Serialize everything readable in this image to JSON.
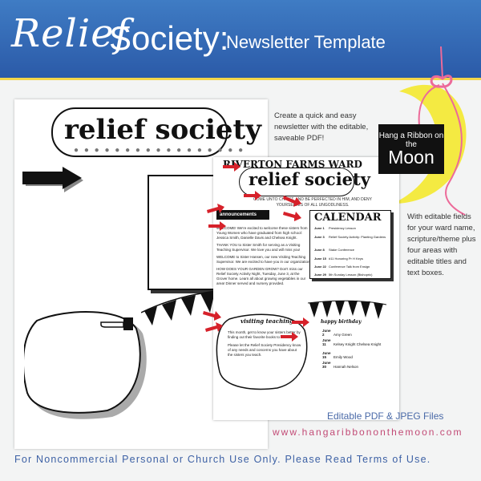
{
  "header": {
    "title_script": "Relief",
    "title_main": "Society:",
    "title_sub": "Newsletter Template",
    "accent_color": "#2b5aa8",
    "stripe_color": "#f4d64a"
  },
  "left_page": {
    "banner": "relief society"
  },
  "right_page": {
    "ward_name": "RIVERTON FARMS WARD",
    "banner": "relief society",
    "motto": "COME UNTO CHRIST, AND BE PERFECTED IN HIM, AND DENY YOURSELVES OF ALL UNGODLINESS.",
    "announcements_label": "announcements",
    "news": [
      "WELCOME! We're excited to welcome these sisters from Young Women who have graduated from high school: Jessica Smith, Danielle Davis and Chelsea Knight.",
      "THANK YOU to Sister Smith for serving as a Visiting Teaching Supervisor. We love you and will miss you!",
      "WELCOME to Sister Hansen, our new Visiting Teaching Supervisor. We are excited to have you in our organization!",
      "HOW DOES YOUR GARDEN GROW? Don't miss our Relief Society Activity Night, Tuesday, June 3, at the Grover home. Learn all about growing vegetables in our area! Dinner served and nursery provided."
    ],
    "calendar_title": "CALENDAR",
    "calendar": [
      {
        "date": "June 1",
        "event": "Presidency Lesson"
      },
      {
        "date": "June 3",
        "event": "Relief Society Activity: Planting Gardens"
      },
      {
        "date": "June 8",
        "event": "Stake Conference"
      },
      {
        "date": "June 15",
        "event": "#11 Honoring Pr H Keys"
      },
      {
        "date": "June 22",
        "event": "Conference Talk from Ensign"
      },
      {
        "date": "June 29",
        "event": "5th Sunday Lesson (Bishopric)"
      }
    ],
    "teaching_title": "visiting teaching",
    "teaching_text": [
      "This month, get to know your sisters better by finding out their favorite books to read.",
      "Please let the Relief Society Presidency know of any needs and concerns you have about the sisters you teach."
    ],
    "birthday_title": "happy birthday",
    "birthdays": [
      {
        "date": "June 2",
        "names": "Amy Green"
      },
      {
        "date": "June 11",
        "names": "Kelsey Knight Chelsea Knight"
      },
      {
        "date": "June 15",
        "names": "Emily Wood"
      },
      {
        "date": "June 30",
        "names": "Hannah Nelson"
      }
    ]
  },
  "descriptions": {
    "top": "Create a quick and easy newsletter with the editable, saveable PDF!",
    "right": "With editable fields for your ward name, scripture/theme plus four areas with editable titles and text boxes."
  },
  "tag": {
    "line1": "Hang a Ribbon on the",
    "line2": "Moon"
  },
  "footer": {
    "files": "Editable PDF & JPEG Files",
    "url": "www.hangaribbononthemoon.com",
    "terms": "For Noncommercial Personal or Church Use Only. Please Read Terms of Use."
  },
  "colors": {
    "moon": "#f4ea42",
    "ribbon": "#ec6a99",
    "arrow_red": "#d6212a",
    "footer_blue": "#3d61a5",
    "url_pink": "#c24b76"
  }
}
